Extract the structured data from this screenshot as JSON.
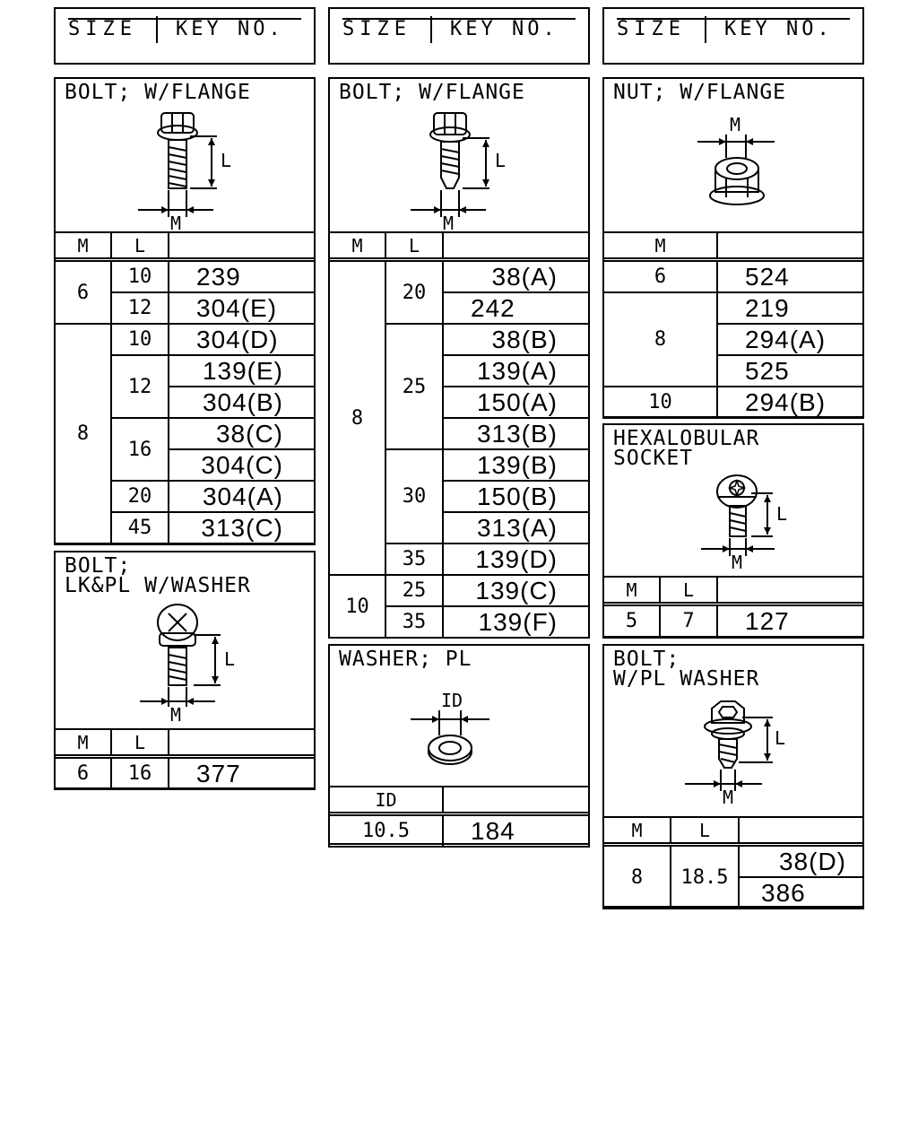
{
  "header": {
    "size_label": "SIZE",
    "key_label": "KEY NO."
  },
  "bolt_flange_1": {
    "title": "BOLT; W/FLANGE",
    "col_m": "M",
    "col_l": "L",
    "dim_l": "L",
    "dim_m": "M",
    "rows": [
      {
        "m": "6",
        "l": "10",
        "key": "239"
      },
      {
        "l": "12",
        "key": "304(E)"
      },
      {
        "m": "8",
        "l": "10",
        "key": "304(D)"
      },
      {
        "l": "12",
        "key": "139(E)"
      },
      {
        "key": "304(B)"
      },
      {
        "l": "16",
        "key": "38(C)"
      },
      {
        "key": "304(C)"
      },
      {
        "l": "20",
        "key": "304(A)"
      },
      {
        "l": "45",
        "key": "313(C)"
      }
    ]
  },
  "bolt_lkpl": {
    "title": "BOLT;\nLK&PL W/WASHER",
    "col_m": "M",
    "col_l": "L",
    "dim_l": "L",
    "dim_m": "M",
    "rows": [
      {
        "m": "6",
        "l": "16",
        "key": "377"
      }
    ]
  },
  "bolt_flange_2": {
    "title": "BOLT; W/FLANGE",
    "col_m": "M",
    "col_l": "L",
    "dim_l": "L",
    "dim_m": "M",
    "rows": [
      {
        "m": "8",
        "l": "20",
        "key": "38(A)"
      },
      {
        "key": "242"
      },
      {
        "l": "25",
        "key": "38(B)"
      },
      {
        "key": "139(A)"
      },
      {
        "key": "150(A)"
      },
      {
        "key": "313(B)"
      },
      {
        "l": "30",
        "key": "139(B)"
      },
      {
        "key": "150(B)"
      },
      {
        "key": "313(A)"
      },
      {
        "l": "35",
        "key": "139(D)"
      },
      {
        "m": "10",
        "l": "25",
        "key": "139(C)"
      },
      {
        "l": "35",
        "key": "139(F)"
      }
    ]
  },
  "washer_pl": {
    "title": "WASHER; PL",
    "col_id": "ID",
    "dim_id": "ID",
    "rows": [
      {
        "id": "10.5",
        "key": "184"
      }
    ]
  },
  "nut_flange": {
    "title": "NUT; W/FLANGE",
    "col_m": "M",
    "dim_m": "M",
    "rows": [
      {
        "m": "6",
        "key": "524"
      },
      {
        "m": "8",
        "key": "219"
      },
      {
        "key": "294(A)"
      },
      {
        "key": "525"
      },
      {
        "m": "10",
        "key": "294(B)"
      }
    ]
  },
  "hexalobular": {
    "title": "HEXALOBULAR\nSOCKET",
    "col_m": "M",
    "col_l": "L",
    "dim_l": "L",
    "dim_m": "M",
    "rows": [
      {
        "m": "5",
        "l": "7",
        "key": "127"
      }
    ]
  },
  "bolt_plwasher": {
    "title": "BOLT;\nW/PL WASHER",
    "col_m": "M",
    "col_l": "L",
    "dim_l": "L",
    "dim_m": "M",
    "rows": [
      {
        "m": "8",
        "l": "18.5",
        "key": "38(D)"
      },
      {
        "key": "386"
      }
    ]
  }
}
